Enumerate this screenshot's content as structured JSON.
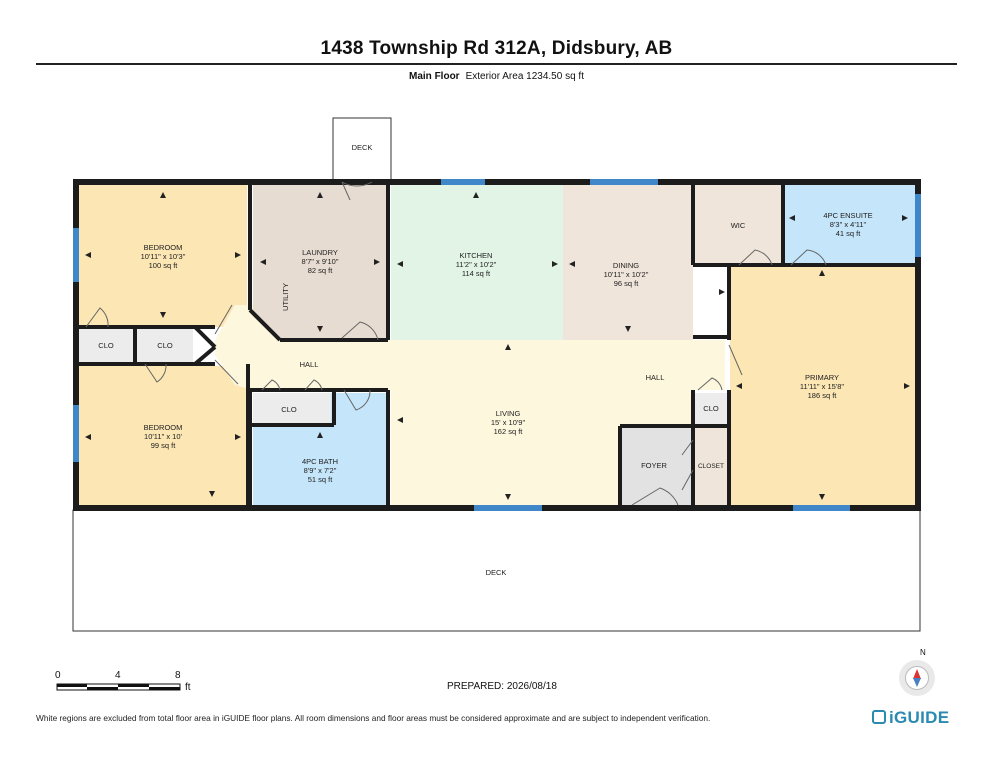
{
  "header": {
    "title": "1438 Township Rd 312A, Didsbury, AB",
    "floor": "Main Floor",
    "area": "Exterior Area 1234.50 sq ft"
  },
  "rooms": {
    "deck_top": {
      "name": "DECK"
    },
    "bedroom1": {
      "name": "BEDROOM",
      "dims": "10'11\" x 10'3\"",
      "area": "100 sq ft"
    },
    "laundry": {
      "name": "LAUNDRY",
      "dims": "8'7\" x 9'10\"",
      "area": "82 sq ft"
    },
    "utility": {
      "name": "UTILITY"
    },
    "kitchen": {
      "name": "KITCHEN",
      "dims": "11'2\" x 10'2\"",
      "area": "114 sq ft"
    },
    "dining": {
      "name": "DINING",
      "dims": "10'11\" x 10'2\"",
      "area": "96 sq ft"
    },
    "wic": {
      "name": "WIC"
    },
    "ensuite": {
      "name": "4PC ENSUITE",
      "dims": "8'3\" x 4'11\"",
      "area": "41 sq ft"
    },
    "primary": {
      "name": "PRIMARY",
      "dims": "11'11\" x 15'8\"",
      "area": "186 sq ft"
    },
    "clo1": {
      "name": "CLO"
    },
    "clo2": {
      "name": "CLO"
    },
    "clo3": {
      "name": "CLO"
    },
    "clo4": {
      "name": "CLO"
    },
    "hall_left": {
      "name": "HALL"
    },
    "hall_right": {
      "name": "HALL"
    },
    "bedroom2": {
      "name": "BEDROOM",
      "dims": "10'11\" x 10'",
      "area": "99 sq ft"
    },
    "bath": {
      "name": "4PC BATH",
      "dims": "8'9\" x 7'2\"",
      "area": "51 sq ft"
    },
    "living": {
      "name": "LIVING",
      "dims": "15' x 10'9\"",
      "area": "162 sq ft"
    },
    "foyer": {
      "name": "FOYER"
    },
    "closet": {
      "name": "CLOSET"
    },
    "deck_bottom": {
      "name": "DECK"
    }
  },
  "colors": {
    "bedroom": "#fbe6b4",
    "laundry": "#e7dcd1",
    "kitchen": "#e1f4e6",
    "dining": "#efe5da",
    "bath": "#c4e5fa",
    "hall": "#fdf7de",
    "foyer": "#e2e2e2",
    "wall": "#1c1c1c",
    "window": "#3f87c9"
  },
  "scale": {
    "t0": "0",
    "t4": "4",
    "t8": "8",
    "unit": "ft"
  },
  "compass": {
    "north": "N"
  },
  "footer": {
    "prepared": "PREPARED: 2026/08/18",
    "disclaimer": "White regions are excluded from total floor area in iGUIDE floor plans. All room dimensions and floor areas must be considered approximate and are subject to independent verification.",
    "brand": "iGUIDE"
  }
}
